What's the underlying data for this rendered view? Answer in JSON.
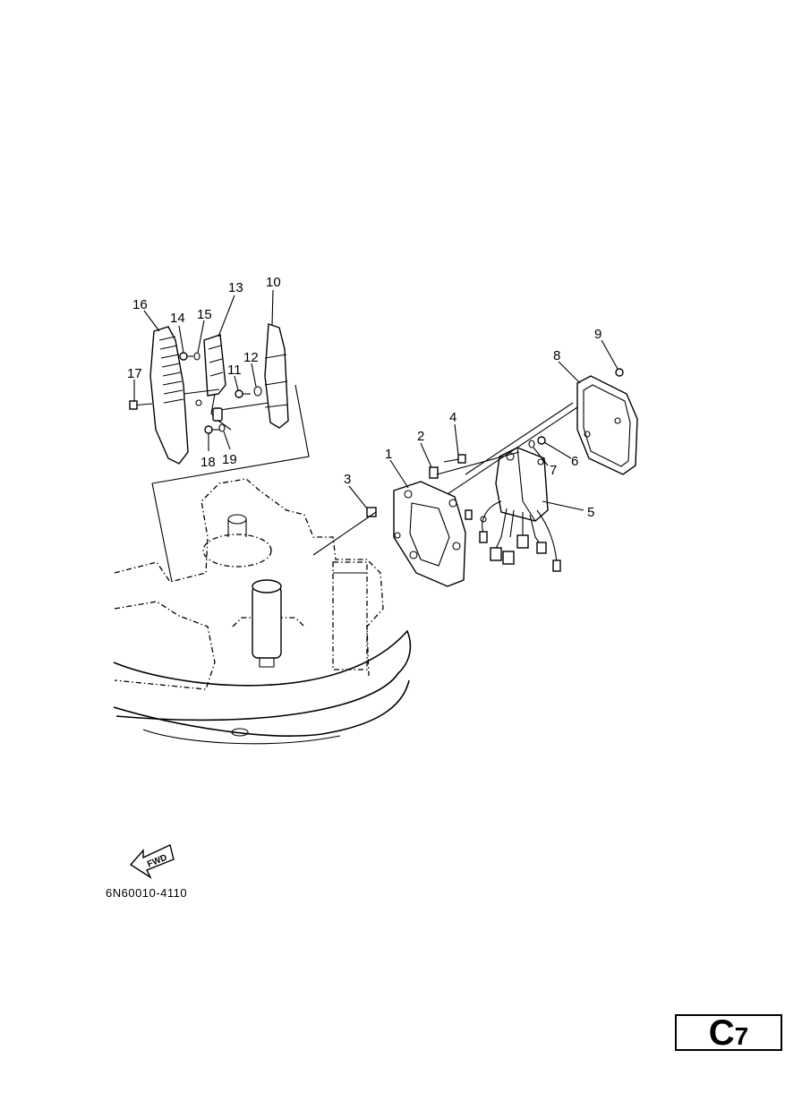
{
  "callouts": [
    {
      "id": "1",
      "label": "1"
    },
    {
      "id": "2",
      "label": "2"
    },
    {
      "id": "3",
      "label": "3"
    },
    {
      "id": "4",
      "label": "4"
    },
    {
      "id": "5",
      "label": "5"
    },
    {
      "id": "6",
      "label": "6"
    },
    {
      "id": "7",
      "label": "7"
    },
    {
      "id": "8",
      "label": "8"
    },
    {
      "id": "9",
      "label": "9"
    },
    {
      "id": "10",
      "label": "10"
    },
    {
      "id": "11",
      "label": "11"
    },
    {
      "id": "12",
      "label": "12"
    },
    {
      "id": "13",
      "label": "13"
    },
    {
      "id": "14",
      "label": "14"
    },
    {
      "id": "15",
      "label": "15"
    },
    {
      "id": "16",
      "label": "16"
    },
    {
      "id": "17",
      "label": "17"
    },
    {
      "id": "18",
      "label": "18"
    },
    {
      "id": "19",
      "label": "19"
    }
  ],
  "fwd_arrow": {
    "label": "FWD"
  },
  "part_code": "6N60010-4110",
  "section": {
    "letter": "C",
    "number": "7"
  }
}
